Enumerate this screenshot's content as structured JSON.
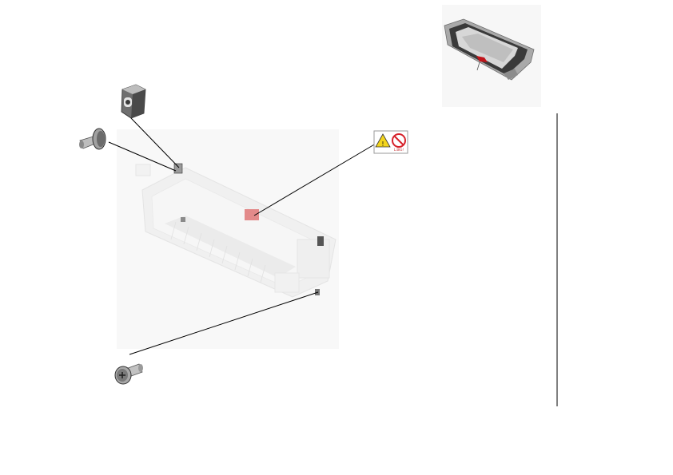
{
  "diagram": {
    "title": "",
    "warning_label": {
      "text": "L.BIG!",
      "icons": [
        "high-temperature-warning-icon",
        "no-touch-prohibition-icon"
      ],
      "warning_color": "#f3d51d",
      "prohibition_color": "#d6222b"
    },
    "callouts": [
      {
        "part": "latch-bracket"
      },
      {
        "part": "shoulder-screw"
      },
      {
        "part": "warning-label"
      },
      {
        "part": "pan-head-screw"
      }
    ],
    "colors": {
      "line": "#000000",
      "assembly": "#e6e6e6",
      "highlight": "#e38a8a",
      "divider": "#000000"
    }
  }
}
